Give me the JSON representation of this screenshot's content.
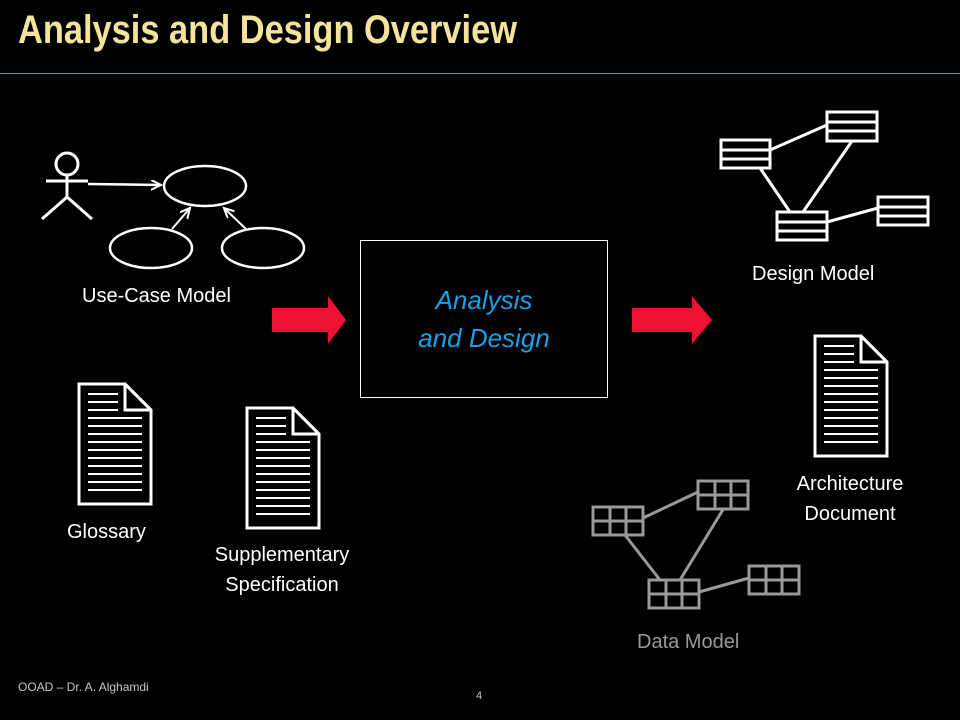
{
  "slide": {
    "title": "Analysis and Design Overview",
    "footer": "OOAD – Dr. A. Alghamdi",
    "page_number": "4"
  },
  "center": {
    "line1": "Analysis",
    "line2": "and Design"
  },
  "inputs": {
    "use_case_model": "Use-Case Model",
    "glossary": "Glossary",
    "supplementary_line1": "Supplementary",
    "supplementary_line2": "Specification"
  },
  "outputs": {
    "design_model": "Design Model",
    "architecture_line1": "Architecture",
    "architecture_line2": "Document",
    "data_model": "Data Model"
  },
  "colors": {
    "title": "#f4e49b",
    "center_text": "#1aa0ea",
    "arrow": "#ee1133",
    "data_model": "#999999"
  }
}
